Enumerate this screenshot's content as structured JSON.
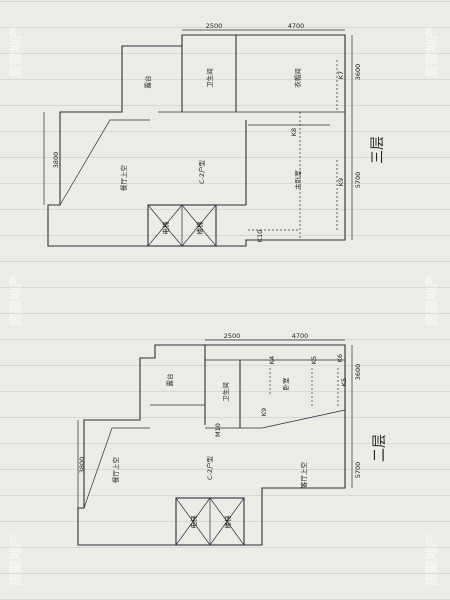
{
  "watermark": "房聚地产",
  "top_plan": {
    "floor_label": "三层",
    "rooms": {
      "balcony": "露台",
      "bathroom": "卫生间",
      "closet": "衣帽间",
      "dining_void": "餐厅上空",
      "unit_type": "C-2户型",
      "master_bedroom": "主卧室",
      "elevator": "电梯",
      "stairs": "楼梯"
    },
    "dimensions": {
      "d1": "2500",
      "d2": "4700",
      "d3": "3800",
      "d4": "3600",
      "d5": "5700"
    },
    "marks": {
      "k7": "K7",
      "k8": "K8",
      "k9": "K9",
      "k10": "K10"
    }
  },
  "bottom_plan": {
    "floor_label": "二层",
    "rooms": {
      "balcony": "露台",
      "bathroom": "卫生间",
      "bedroom": "卧室",
      "dining_void": "餐厅上空",
      "unit_type": "C-2户型",
      "living_void": "客厅上空",
      "elevator": "电梯",
      "stairs": "楼梯"
    },
    "dimensions": {
      "d1": "2500",
      "d2": "4700",
      "d3": "3800",
      "d4": "3600",
      "d5": "5700"
    },
    "marks": {
      "k4": "K4",
      "k5": "K5",
      "k6": "K6",
      "k5b": "K5",
      "k9": "K9",
      "m10": "M10"
    }
  }
}
